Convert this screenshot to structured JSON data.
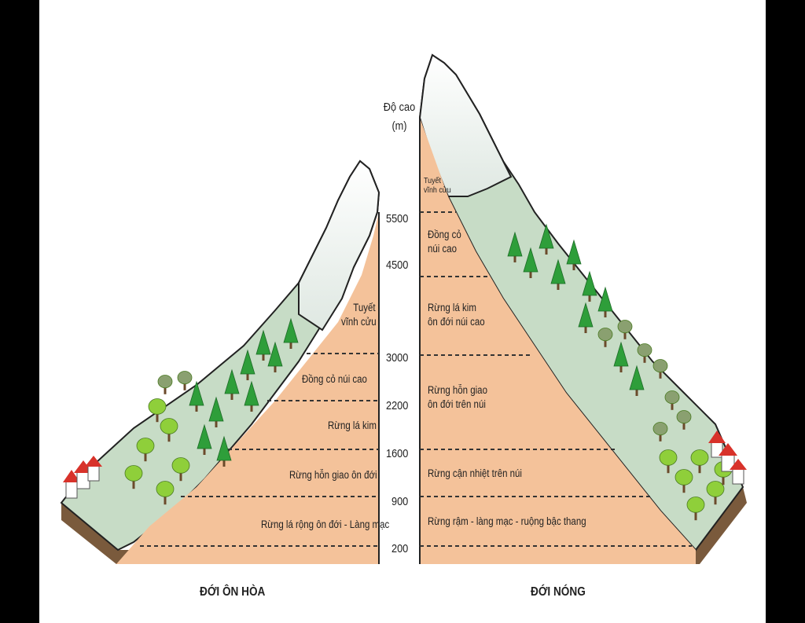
{
  "axis": {
    "title_line1": "Độ cao",
    "title_line2": "(m)",
    "ticks": [
      "5500",
      "4500",
      "3000",
      "2200",
      "1600",
      "900",
      "200"
    ]
  },
  "temperate": {
    "caption": "ĐỚI ÔN HÒA",
    "zones": [
      {
        "line1": "Tuyết",
        "line2": "vĩnh cửu"
      },
      {
        "label": "Đồng cỏ núi cao"
      },
      {
        "label": "Rừng lá kim"
      },
      {
        "label": "Rừng hỗn giao ôn đới"
      },
      {
        "label": "Rừng lá rộng ôn đới - Làng mạc"
      }
    ]
  },
  "tropical": {
    "caption": "ĐỚI NÓNG",
    "zones": [
      {
        "line1": "Tuyết",
        "line2": "vĩnh cửu"
      },
      {
        "line1": "Đồng cỏ",
        "line2": "núi cao"
      },
      {
        "line1": "Rừng lá kim",
        "line2": "ôn đới núi cao"
      },
      {
        "line1": "Rừng hỗn giao",
        "line2": "ôn đới trên núi"
      },
      {
        "label": "Rừng cận nhiệt trên núi"
      },
      {
        "label": "Rừng rậm - làng mạc - ruộng bậc thang"
      }
    ]
  },
  "colors": {
    "soil": "#f4c29a",
    "slope": "#c9e0c4",
    "snow": "#ffffff",
    "conifer": "#2e9e3a",
    "broadleaf": "#8fcf3a",
    "house_roof": "#d8322a"
  }
}
